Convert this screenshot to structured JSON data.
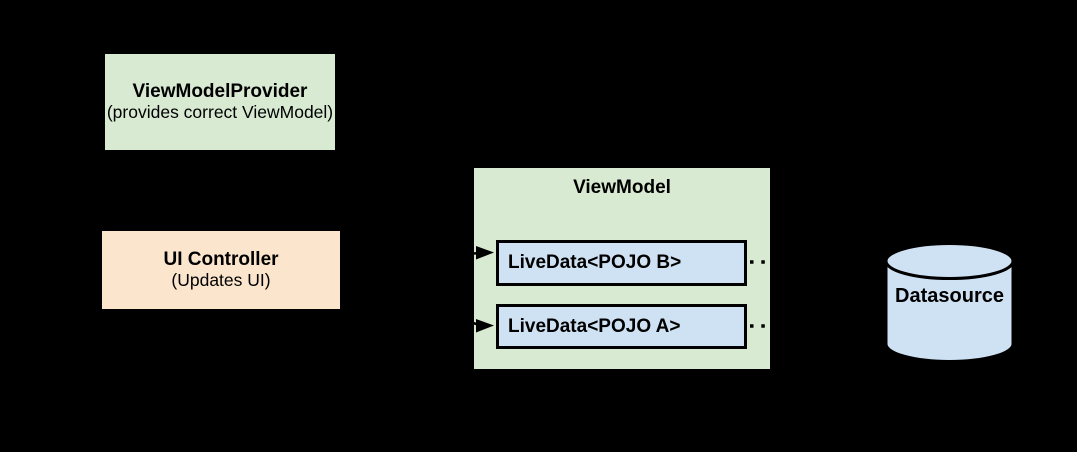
{
  "diagram": {
    "background": "#000000",
    "nodes": {
      "view_model_provider": {
        "title": "ViewModelProvider",
        "subtitle": "(provides correct ViewModel)",
        "fill": "#d9ead3"
      },
      "ui_controller": {
        "title": "UI Controller",
        "subtitle": "(Updates UI)",
        "fill": "#fce5cd"
      },
      "view_model": {
        "title": "ViewModel",
        "fill": "#d9ead3"
      },
      "livedata_b": {
        "label": "LiveData<POJO B>",
        "fill": "#cfe2f3"
      },
      "livedata_a": {
        "label": "LiveData<POJO A>",
        "fill": "#cfe2f3"
      },
      "datasource": {
        "label": "Datasource",
        "fill": "#cfe2f3"
      }
    },
    "connectors": {
      "color": "#000000",
      "observe_arrows": [
        "to-livedata-b",
        "to-livedata-a"
      ],
      "dotted_links": [
        "livedata-b-to-datasource",
        "livedata-a-to-datasource"
      ]
    }
  }
}
